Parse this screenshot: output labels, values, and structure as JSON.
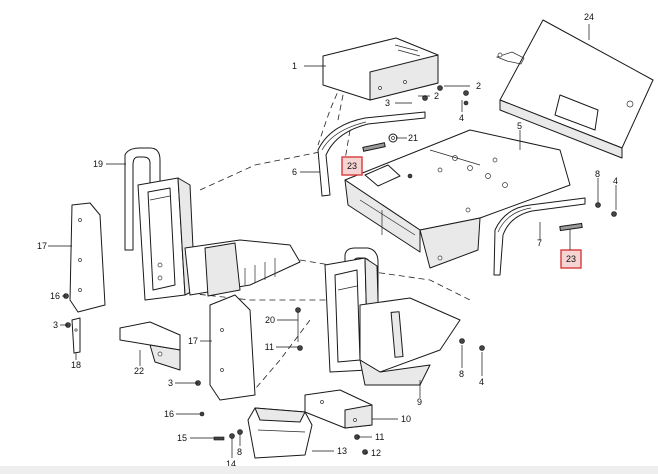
{
  "callouts": [
    {
      "id": "c1",
      "label": "1"
    },
    {
      "id": "c2a",
      "label": "2"
    },
    {
      "id": "c2b",
      "label": "2"
    },
    {
      "id": "c3a",
      "label": "3"
    },
    {
      "id": "c4a",
      "label": "4"
    },
    {
      "id": "c24",
      "label": "24"
    },
    {
      "id": "c5",
      "label": "5"
    },
    {
      "id": "c21",
      "label": "21"
    },
    {
      "id": "c6",
      "label": "6"
    },
    {
      "id": "c19",
      "label": "19"
    },
    {
      "id": "c8a",
      "label": "8"
    },
    {
      "id": "c4b",
      "label": "4"
    },
    {
      "id": "c7",
      "label": "7"
    },
    {
      "id": "c17a",
      "label": "17"
    },
    {
      "id": "c16a",
      "label": "16"
    },
    {
      "id": "c3b",
      "label": "3"
    },
    {
      "id": "c18",
      "label": "18"
    },
    {
      "id": "c22",
      "label": "22"
    },
    {
      "id": "c20",
      "label": "20"
    },
    {
      "id": "c11a",
      "label": "11"
    },
    {
      "id": "c17b",
      "label": "17"
    },
    {
      "id": "c3c",
      "label": "3"
    },
    {
      "id": "c8b",
      "label": "8"
    },
    {
      "id": "c4c",
      "label": "4"
    },
    {
      "id": "c9",
      "label": "9"
    },
    {
      "id": "c16b",
      "label": "16"
    },
    {
      "id": "c10",
      "label": "10"
    },
    {
      "id": "c11b",
      "label": "11"
    },
    {
      "id": "c15",
      "label": "15"
    },
    {
      "id": "c13",
      "label": "13"
    },
    {
      "id": "c12",
      "label": "12"
    },
    {
      "id": "c14",
      "label": "14"
    },
    {
      "id": "c8c",
      "label": "8"
    }
  ],
  "highlights": [
    {
      "id": "h23a",
      "label": "23"
    },
    {
      "id": "h23b",
      "label": "23"
    }
  ],
  "colors": {
    "highlight_stroke": "#d83b3b",
    "highlight_fill": "#f6d4d4",
    "line": "#1a1a1a"
  }
}
